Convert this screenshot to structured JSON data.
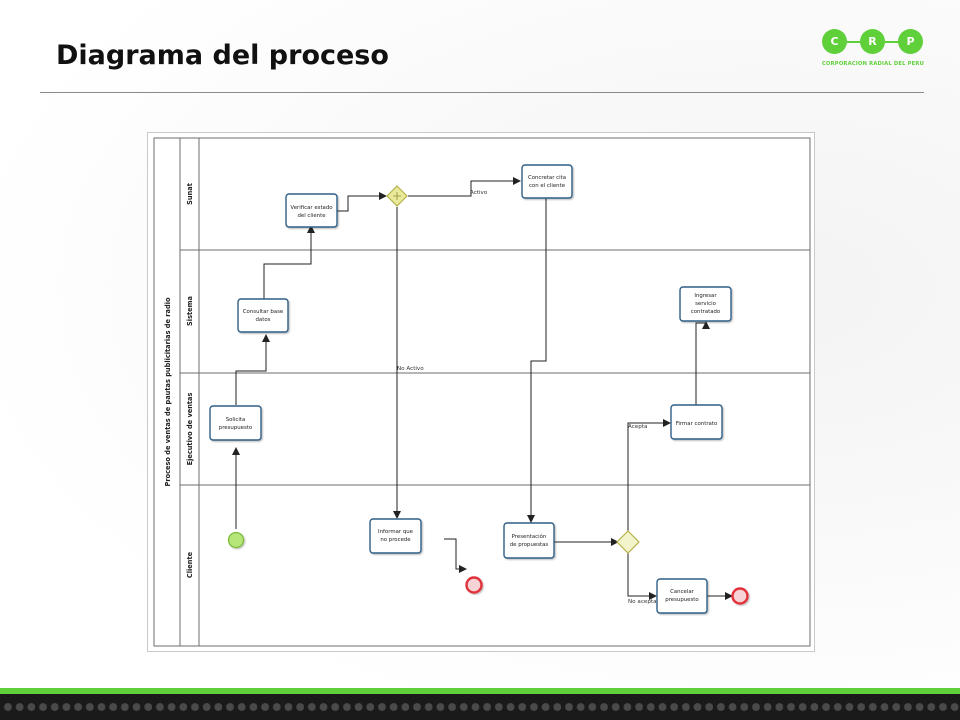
{
  "slide": {
    "title": "Diagrama del proceso"
  },
  "logo": {
    "letters": [
      "C",
      "R",
      "P"
    ],
    "subtitle": "CORPORACION RADIAL DEL PERU",
    "color": "#5fcf3a"
  },
  "diagram": {
    "pool_label": "Proceso de ventas de pautas publicitarias de radio",
    "lanes": [
      "Sunat",
      "Sistema",
      "Ejecutivo de ventas",
      "Cliente"
    ],
    "tasks": {
      "verificar": [
        "Verificar estado",
        "del cliente"
      ],
      "concretar": [
        "Concretar cita",
        "con el cliente"
      ],
      "consultar": [
        "Consultar base",
        "datos"
      ],
      "ingresar": [
        "Ingresar",
        "servicio",
        "contratado"
      ],
      "solicita": [
        "Solicita",
        "presupuesto"
      ],
      "firmar": [
        "Firmar contrato"
      ],
      "informar": [
        "Informar que",
        "no procede"
      ],
      "presentacion": [
        "Presentación",
        "de propuestas"
      ],
      "cancelar": [
        "Cancelar",
        "presupuesto"
      ]
    },
    "flow_labels": {
      "activo": "Activo",
      "no_activo": "No Activo",
      "acepta": "Acepta",
      "no_acepta": "No acepta"
    },
    "colors": {
      "task_border": "#2f5e86",
      "start_event": "#a9e26b",
      "end_event": "#e0303a",
      "gateway": "#e9e99a",
      "gateway_border": "#b7b24a"
    }
  }
}
